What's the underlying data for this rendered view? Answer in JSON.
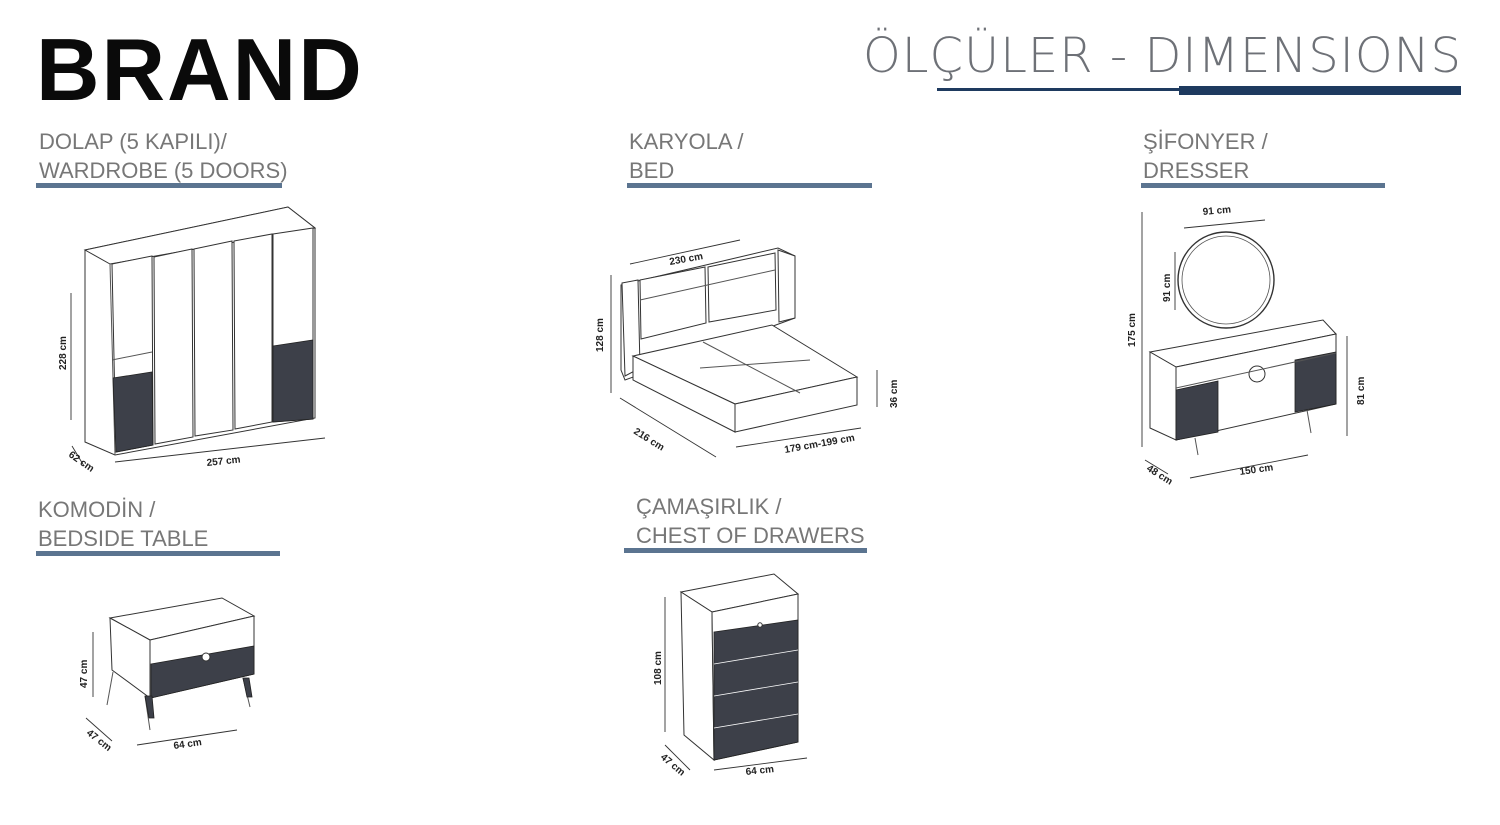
{
  "brand": "BRAND",
  "header": {
    "title": "ÖLÇÜLER - DIMENSIONS"
  },
  "sections": {
    "wardrobe": {
      "line1": "DOLAP (5 KAPILI)/",
      "line2": "WARDROBE (5 DOORS)",
      "height": "228 cm",
      "depth": "62 cm",
      "width": "257 cm"
    },
    "bed": {
      "line1": "KARYOLA /",
      "line2": "BED",
      "length": "230 cm",
      "height": "128 cm",
      "side": "216 cm",
      "frame_height": "36 cm",
      "width": "179 cm-199 cm"
    },
    "dresser": {
      "line1": "ŞİFONYER /",
      "line2": "DRESSER",
      "mirror_width": "91 cm",
      "mirror_height": "91 cm",
      "total_height": "175 cm",
      "height": "81 cm",
      "depth": "48 cm",
      "width": "150 cm"
    },
    "bedside": {
      "line1": "KOMODİN /",
      "line2": "BEDSIDE TABLE",
      "height": "47 cm",
      "depth": "47 cm",
      "width": "64 cm"
    },
    "chest": {
      "line1": "ÇAMAŞIRLIK /",
      "line2": "CHEST OF DRAWERS",
      "height": "108 cm",
      "depth": "47 cm",
      "width": "64 cm"
    }
  },
  "colors": {
    "accent": "#1e3a5f",
    "section_rule": "#5b7490",
    "dark_panel": "#3d4049"
  }
}
